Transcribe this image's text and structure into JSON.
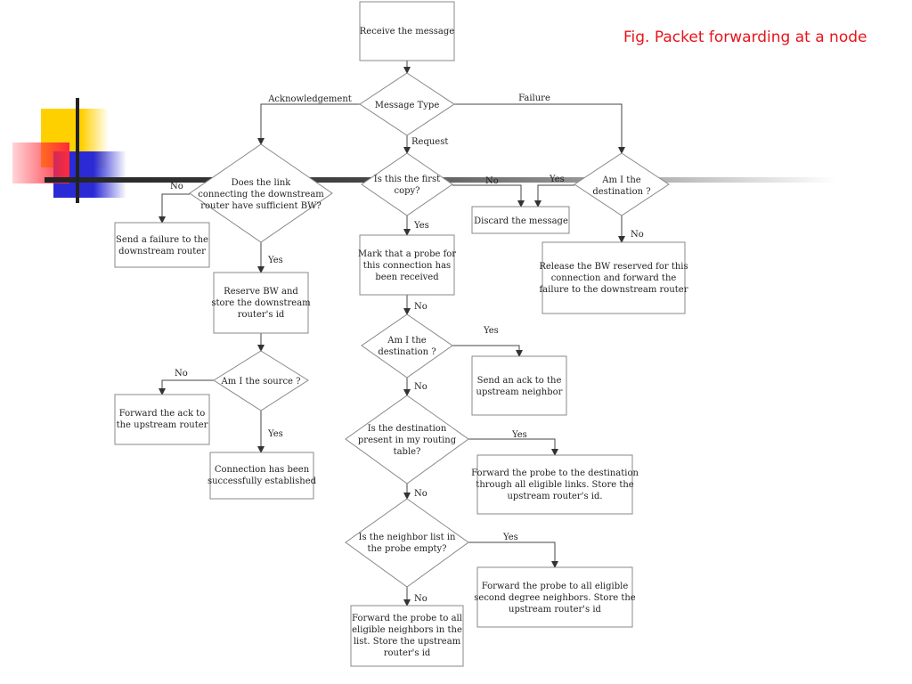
{
  "title": "Fig. Packet forwarding at a node",
  "nodes": {
    "receive": "Receive the message",
    "msgtype": "Message Type",
    "link_bw": [
      "Does the link",
      "connecting the downstream",
      "router have sufficient BW?"
    ],
    "first_copy": [
      "Is this the first",
      "copy?"
    ],
    "am_dest_top": [
      "Am I the",
      "destination ?"
    ],
    "send_failure": [
      "Send a failure to the",
      "downstream router"
    ],
    "discard": "Discard the message",
    "release": [
      "Release the BW reserved for this",
      "connection and forward the",
      "failure to the downstream router"
    ],
    "reserve": [
      "Reserve BW and",
      "store the downstream",
      "router's  id"
    ],
    "mark_probe": [
      "Mark that a probe for",
      "this connection has",
      "been received"
    ],
    "am_source": "Am I the source ?",
    "am_dest_mid": [
      "Am I the",
      "destination ?"
    ],
    "send_ack": [
      "Send an ack to the",
      "upstream neighbor"
    ],
    "fwd_ack": [
      "Forward the ack to",
      "the upstream router"
    ],
    "dest_in_table": [
      "Is the destination",
      "present in my routing",
      "table?"
    ],
    "fwd_dest": [
      "Forward the probe to the destination",
      "through all eligible links. Store the",
      "upstream router's id."
    ],
    "conn_est": [
      "Connection has been",
      "successfully established"
    ],
    "nbr_empty": [
      "Is the neighbor list in",
      "the probe empty?"
    ],
    "fwd_second": [
      "Forward the probe to all eligible",
      "second degree neighbors. Store the",
      "upstream router's id"
    ],
    "fwd_all": [
      "Forward the probe to all",
      "eligible neighbors in the",
      "list. Store the upstream",
      "router's id"
    ]
  },
  "edges": {
    "ack": "Acknowledgement",
    "failure": "Failure",
    "request": "Request",
    "no_link": "No",
    "yes_link": "Yes",
    "no_first": "No",
    "yes_first": "Yes",
    "yes_dest_top": "Yes",
    "no_dest_top": "No",
    "no_mark": "No",
    "yes_dest_mid": "Yes",
    "no_dest_mid": "No",
    "no_src": "No",
    "yes_src": "Yes",
    "yes_table": "Yes",
    "no_table": "No",
    "yes_nbr": "Yes",
    "no_nbr": "No"
  },
  "colors": {
    "title": "#e8141b",
    "deco_yellow": "#ffd000",
    "deco_red": "#ff2a3a",
    "deco_blue": "#2b2bd6"
  }
}
